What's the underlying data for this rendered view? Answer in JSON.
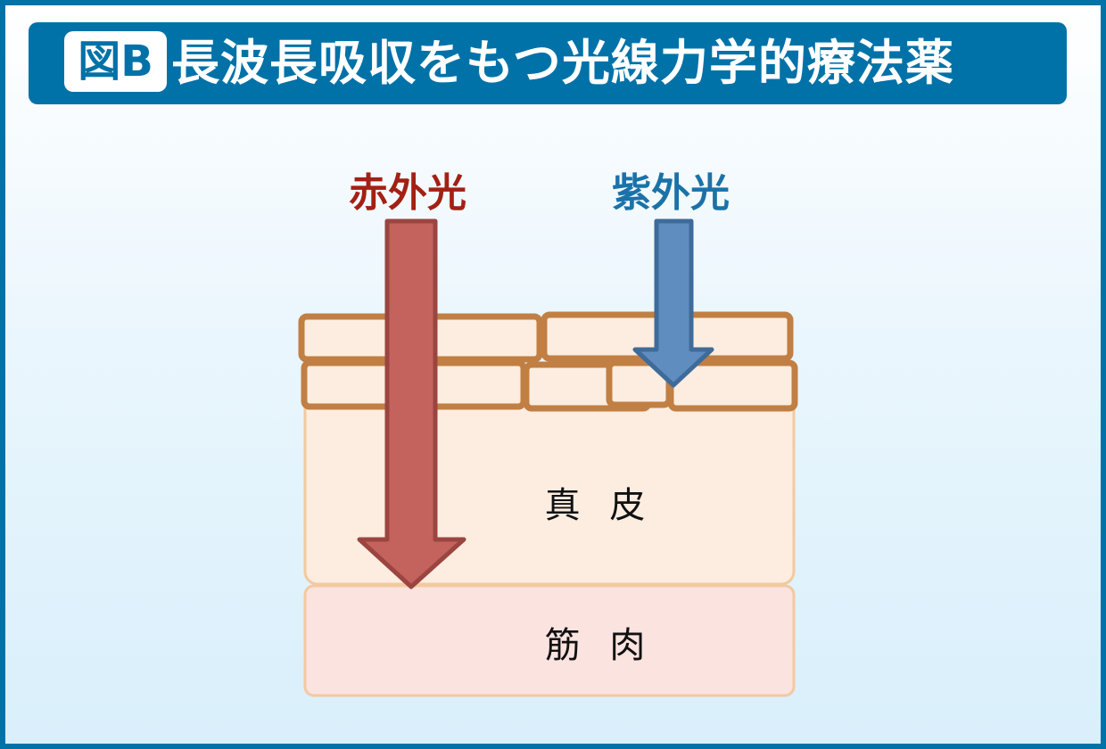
{
  "header": {
    "badge": "図B",
    "title": "長波長吸収をもつ光線力学的療法薬"
  },
  "labels": {
    "infrared": "赤外光",
    "ultraviolet": "紫外光",
    "dermis": "真 皮",
    "muscle": "筋 肉"
  },
  "colors": {
    "brand": "#0072a8",
    "infrared": "#a32014",
    "ultraviolet": "#1a72a8",
    "red_arrow": "#c4635d",
    "blue_arrow": "#5f8dc0",
    "dermis": "#fcede0",
    "muscle": "#fbe3e0",
    "epidermis_stroke": "#c17f43"
  }
}
